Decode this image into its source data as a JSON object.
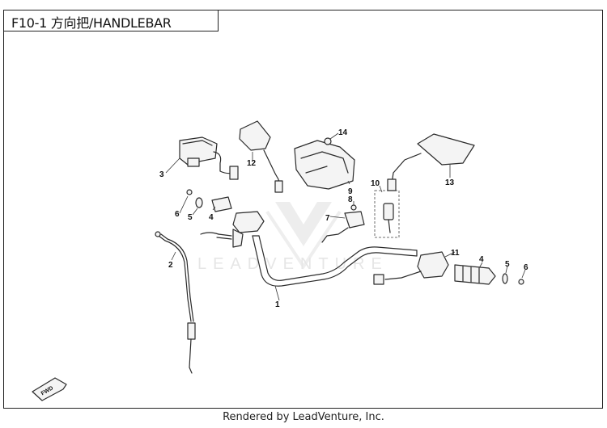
{
  "title": "F10-1 方向把/HANDLEBAR",
  "watermark": "LEADVENTURE",
  "footer": "Rendered by LeadVenture, Inc.",
  "direction_label": "FWD",
  "callouts": [
    "1",
    "2",
    "3",
    "4",
    "4",
    "5",
    "5",
    "6",
    "6",
    "7",
    "8",
    "9",
    "10",
    "11",
    "12",
    "13",
    "14"
  ]
}
